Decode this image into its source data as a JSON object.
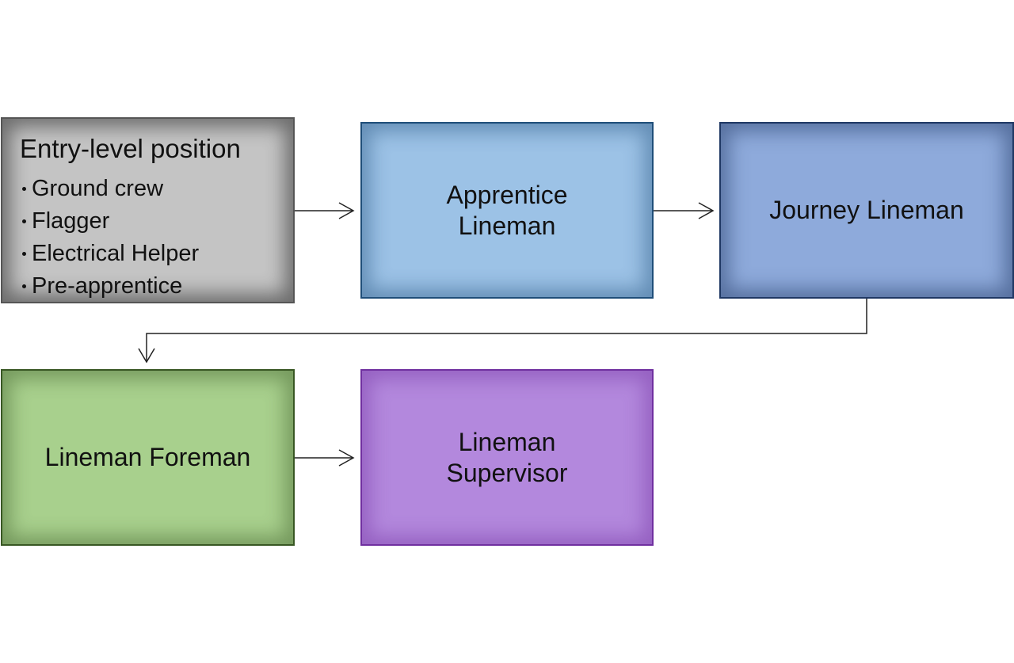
{
  "boxes": {
    "entry": {
      "title": "Entry-level position",
      "items": [
        "Ground crew",
        "Flagger",
        "Electrical Helper",
        "Pre-apprentice"
      ],
      "fill": "#c4c4c4",
      "border": "#555555"
    },
    "apprentice": {
      "label": "Apprentice\nLineman",
      "fill": "#9cc2e6",
      "border": "#1f4e79"
    },
    "journey": {
      "label": "Journey Lineman",
      "fill": "#8eaadb",
      "border": "#1f3864"
    },
    "foreman": {
      "label": "Lineman Foreman",
      "fill": "#a8d08d",
      "border": "#385723"
    },
    "supervisor": {
      "label": "Lineman\nSupervisor",
      "fill": "#b388dd",
      "border": "#7030a0"
    }
  },
  "connections": [
    {
      "from": "entry",
      "to": "apprentice"
    },
    {
      "from": "apprentice",
      "to": "journey"
    },
    {
      "from": "journey",
      "to": "foreman"
    },
    {
      "from": "foreman",
      "to": "supervisor"
    }
  ],
  "arrow_color": "#222222"
}
